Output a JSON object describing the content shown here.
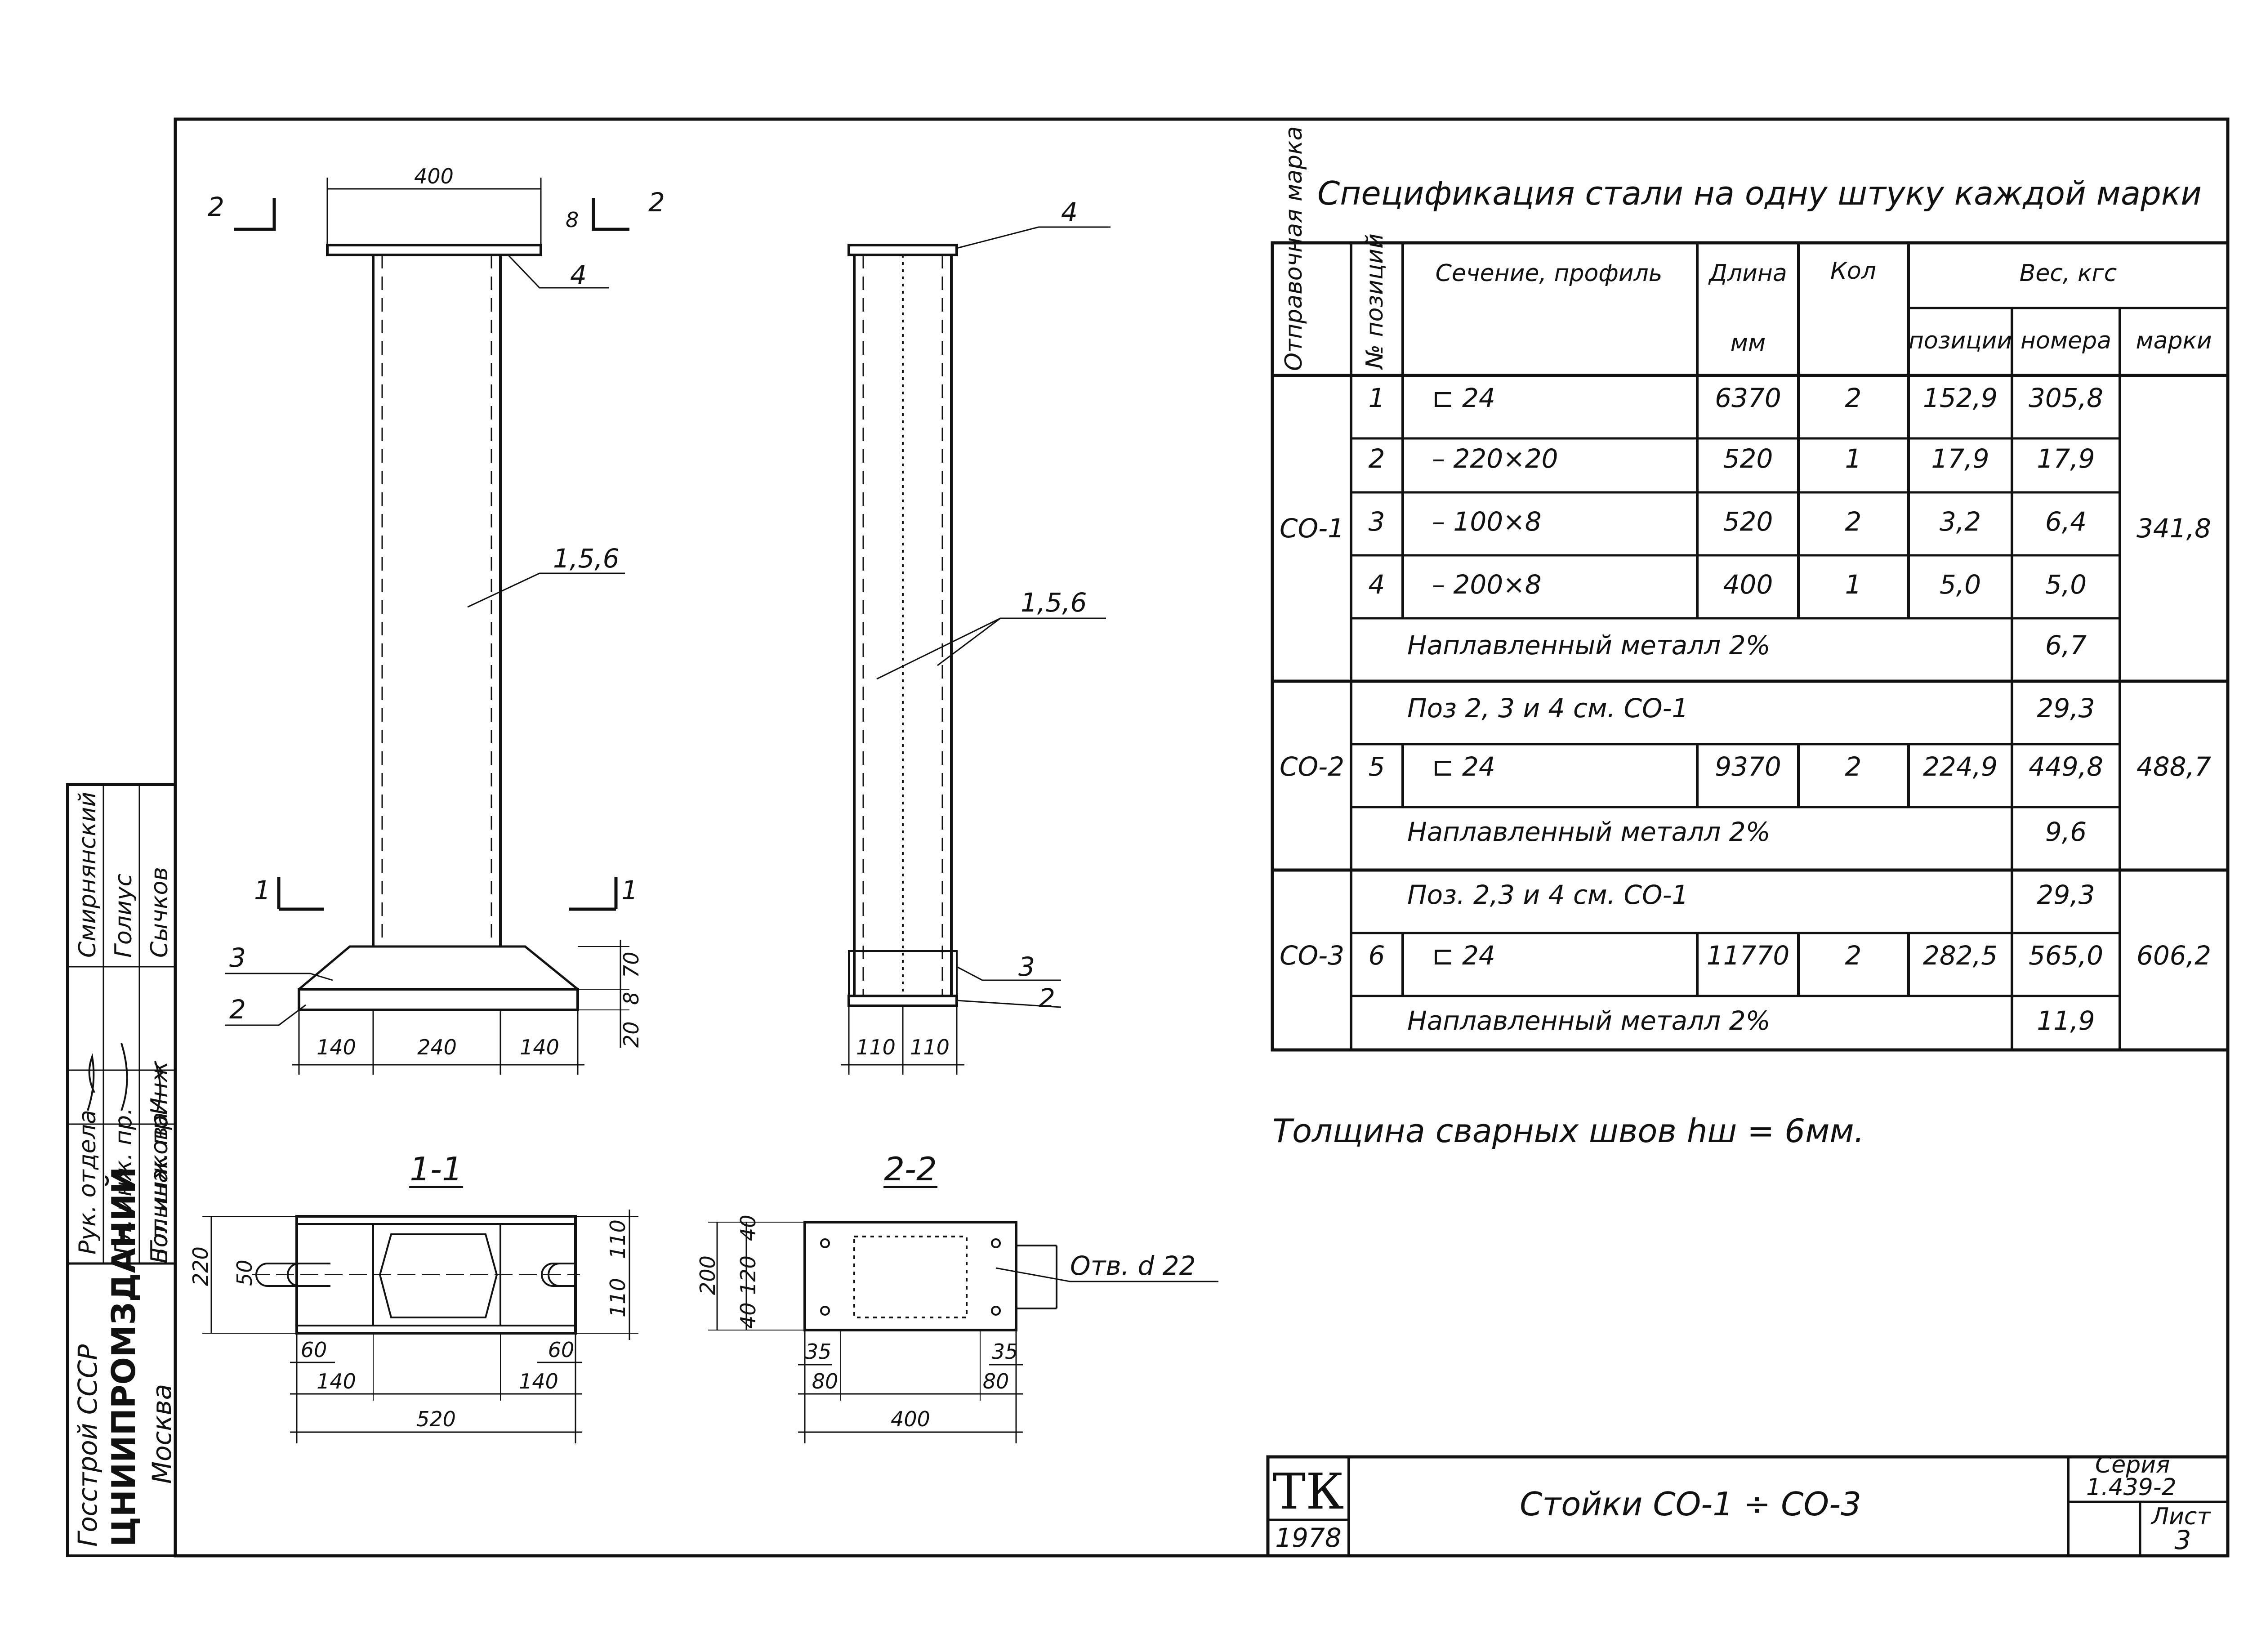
{
  "spec": {
    "title": "Спецификация стали на одну штуку каждой марки",
    "headers": {
      "mark": "Отправочная марка",
      "pos": "№ позиций",
      "section": "Сечение, профиль",
      "length": "Длина",
      "length_unit": "мм",
      "qty": "Кол",
      "weight": "Вес, кгс",
      "w_pos": "позиции",
      "w_num": "номера",
      "w_mark": "марки"
    },
    "rows": [
      {
        "mark": "СО-1",
        "pos": "1",
        "section": "⊏ 24",
        "length": "6370",
        "qty": "2",
        "wpos": "152,9",
        "wnum": "305,8",
        "wmark": "341,8"
      },
      {
        "pos": "2",
        "section": "– 220×20",
        "length": "520",
        "qty": "1",
        "wpos": "17,9",
        "wnum": "17,9"
      },
      {
        "pos": "3",
        "section": "– 100×8",
        "length": "520",
        "qty": "2",
        "wpos": "3,2",
        "wnum": "6,4"
      },
      {
        "pos": "4",
        "section": "– 200×8",
        "length": "400",
        "qty": "1",
        "wpos": "5,0",
        "wnum": "5,0"
      },
      {
        "span": "Наплавленный металл 2%",
        "wnum": "6,7"
      },
      {
        "mark": "СО-2",
        "span": "Поз 2, 3 и 4 см. СО-1",
        "wnum": "29,3",
        "wmark": "488,7"
      },
      {
        "pos": "5",
        "section": "⊏ 24",
        "length": "9370",
        "qty": "2",
        "wpos": "224,9",
        "wnum": "449,8"
      },
      {
        "span": "Наплавленный металл 2%",
        "wnum": "9,6"
      },
      {
        "mark": "СО-3",
        "span": "Поз. 2,3 и 4 см. СО-1",
        "wnum": "29,3",
        "wmark": "606,2"
      },
      {
        "pos": "6",
        "section": "⊏ 24",
        "length": "11770",
        "qty": "2",
        "wpos": "282,5",
        "wnum": "565,0"
      },
      {
        "span": "Наплавленный металл 2%",
        "wnum": "11,9"
      }
    ]
  },
  "weld_note": "Толщина сварных швов hш = 6мм.",
  "title_block": {
    "logo": "ТК",
    "year": "1978",
    "title": "Стойки СО-1 ÷ СО-3",
    "series_label": "Серия",
    "series": "1.439-2",
    "sheet_label": "Лист",
    "sheet": "3"
  },
  "side_stamp": {
    "org1": "Госстрой СССР",
    "org2": "ЦНИИПРОМЗДАНИЙ",
    "org3": "Москва",
    "roles": [
      "Рук. отдела",
      "Гл. инж. пр.",
      "Гл. инж. пр.",
      "Инж"
    ],
    "names": [
      "Смирнянский",
      "Голиус",
      "Сычков",
      "Большакова"
    ]
  },
  "drawing": {
    "front": {
      "dim_top": "400",
      "dim_b": "8",
      "callout_top": "4",
      "callout_mid": "1,5,6",
      "callout_3": "3",
      "callout_2": "2",
      "dims_bottom": [
        "140",
        "240",
        "140"
      ],
      "dims_right": [
        "70",
        "8",
        "20"
      ],
      "sec2": "2",
      "sec1": "1"
    },
    "side": {
      "callout_top": "4",
      "callout_mid": "1,5,6",
      "callout_3": "3",
      "callout_2": "2",
      "dims_bottom": [
        "110",
        "110"
      ]
    },
    "sec11": {
      "title": "1-1",
      "dim_h": "220",
      "dim_slot": "50",
      "dims_r": [
        "110",
        "110"
      ],
      "dims_b1": [
        "60",
        "60"
      ],
      "dims_b2": [
        "140",
        "140"
      ],
      "dim_total": "520"
    },
    "sec22": {
      "title": "2-2",
      "dim_h": "200",
      "dims_l": [
        "40",
        "120",
        "40"
      ],
      "dims_b1": [
        "35",
        "35"
      ],
      "dims_b2": [
        "80",
        "80"
      ],
      "dim_total": "400",
      "hole": "Отв. d 22"
    }
  }
}
